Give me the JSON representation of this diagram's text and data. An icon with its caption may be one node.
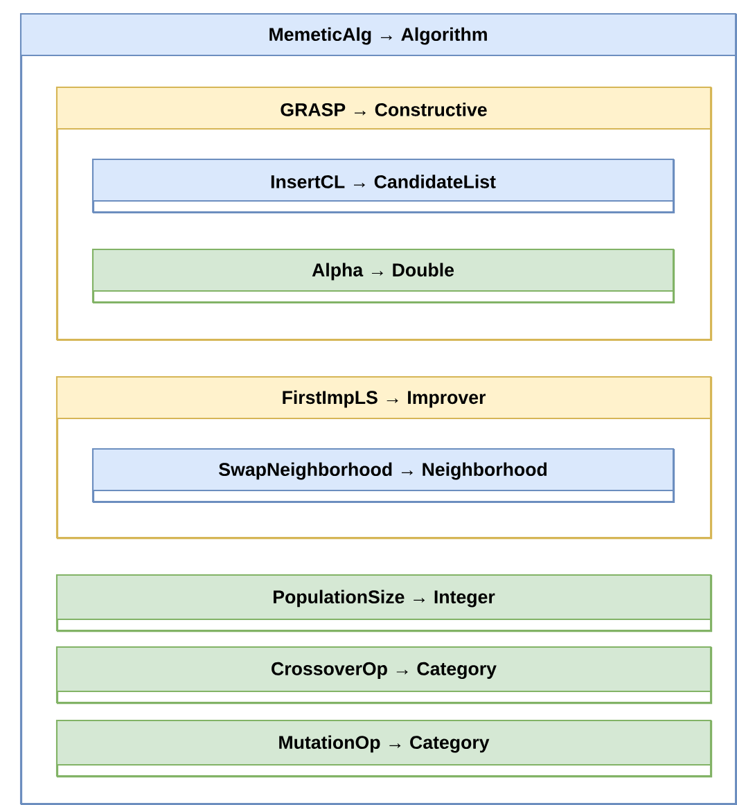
{
  "diagram": {
    "nodes": [
      {
        "text": [
          "MemeticAlg → Algorithm"
        ]
      },
      {
        "text": [
          "GRASP → Constructive"
        ],
        "in": 0
      },
      {
        "text": [
          "InsertCL → CandidateList"
        ],
        "in": 1
      },
      {
        "text": [
          "Alpha → Double"
        ],
        "in": 1
      },
      {
        "text": [
          "FirstImpLS → Improver"
        ],
        "in": 0
      },
      {
        "text": [
          "SwapNeighborhood → Neighborhood"
        ],
        "in": 4
      },
      {
        "text": [
          "PopulationSize → Integer"
        ],
        "in": 0
      },
      {
        "text": [
          "CrossoverOp → Category"
        ],
        "in": 0
      },
      {
        "text": [
          "MutationOp → Category"
        ],
        "in": 0
      }
    ]
  }
}
